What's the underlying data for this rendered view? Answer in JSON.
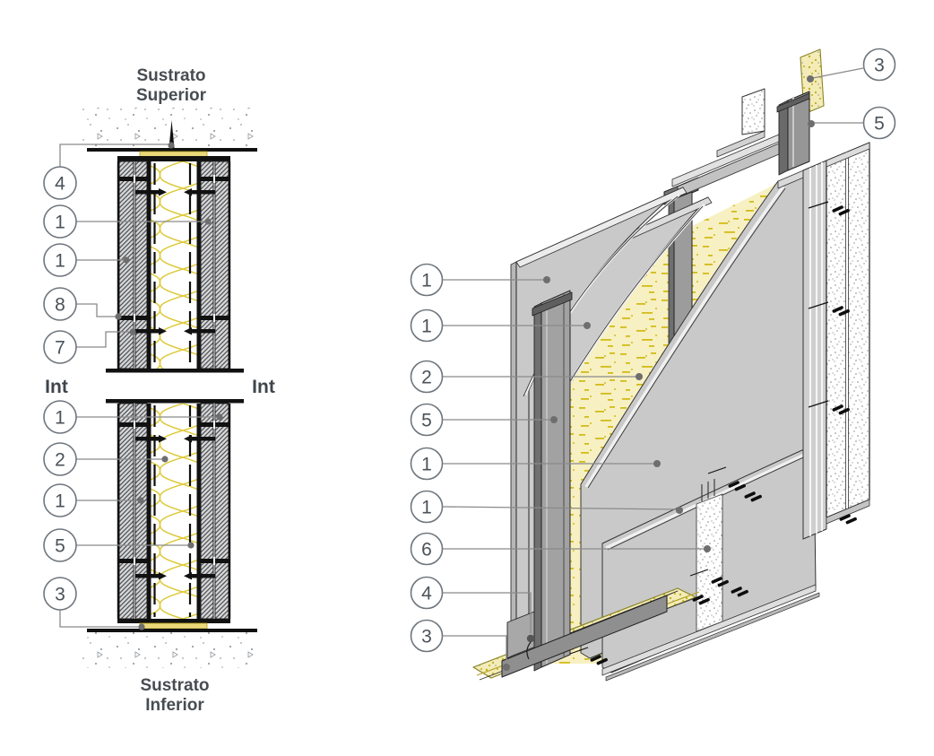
{
  "left_view": {
    "substrate_top": {
      "line1": "Sustrato",
      "line2": "Superior"
    },
    "substrate_bottom": {
      "line1": "Sustrato",
      "line2": "Inferior"
    },
    "int_label": "Int",
    "callouts": [
      {
        "number": "4"
      },
      {
        "number": "1"
      },
      {
        "number": "1"
      },
      {
        "number": "8"
      },
      {
        "number": "7"
      },
      {
        "number": "1"
      },
      {
        "number": "2"
      },
      {
        "number": "1"
      },
      {
        "number": "5"
      },
      {
        "number": "3"
      }
    ]
  },
  "right_view": {
    "callouts_left": [
      {
        "number": "1"
      },
      {
        "number": "1"
      },
      {
        "number": "2"
      },
      {
        "number": "5"
      },
      {
        "number": "1"
      },
      {
        "number": "1"
      },
      {
        "number": "6"
      },
      {
        "number": "4"
      },
      {
        "number": "3"
      }
    ],
    "callouts_right": [
      {
        "number": "3"
      },
      {
        "number": "5"
      }
    ]
  },
  "colors": {
    "panel_gray": "#c9c9c9",
    "panel_edge_light": "#e9e9e9",
    "metal_gray": "#9c9c9c",
    "metal_dark": "#6f6f6f",
    "insulation_yellow": "#f7f0c2",
    "insulation_speckle": "#d2bc1a",
    "sealant_yellow": "#f3ecb8",
    "outline": "#2a2a2a",
    "leader_gray": "#8a8a8a",
    "callout_text": "#4b5258",
    "label_text": "#474d52"
  }
}
